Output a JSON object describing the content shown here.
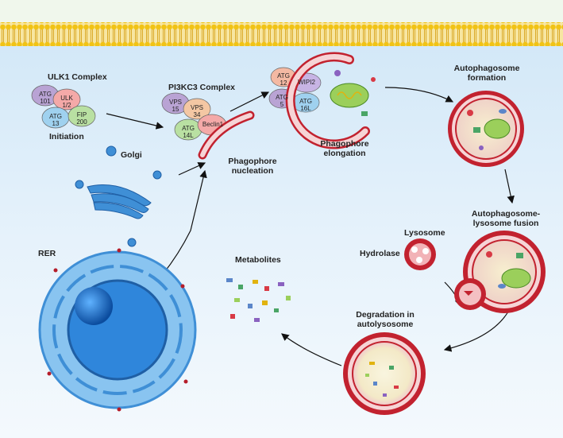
{
  "labels": {
    "ulk1_complex": "ULK1 Complex",
    "initiation": "Initiation",
    "pi3kc3_complex": "PI3KC3 Complex",
    "golgi": "Golgi",
    "phagophore_nucleation_1": "Phagophore",
    "phagophore_nucleation_2": "nucleation",
    "phagophore_elongation_1": "Phagophore",
    "phagophore_elongation_2": "elongation",
    "autophagosome_formation_1": "Autophagosome",
    "autophagosome_formation_2": "formation",
    "fusion_1": "Autophagosome-",
    "fusion_2": "lysosome fusion",
    "lysosome": "Lysosome",
    "hydrolase": "Hydrolase",
    "rer": "RER",
    "metabolites": "Metabolites",
    "degradation_1": "Degradation in",
    "degradation_2": "autolysosome"
  },
  "proteins": {
    "ulk1": {
      "atg101_a": "ATG",
      "atg101_b": "101",
      "ulk12_a": "ULK",
      "ulk12_b": "1/2",
      "atg13_a": "ATG",
      "atg13_b": "13",
      "fip200_a": "FIP",
      "fip200_b": "200"
    },
    "pi3kc3": {
      "vps15_a": "VPS",
      "vps15_b": "15",
      "vps34_a": "VPS",
      "vps34_b": "34",
      "atg14l_a": "ATG",
      "atg14l_b": "14L",
      "beclin1": "Beclin1"
    },
    "atg": {
      "atg12_a": "ATG",
      "atg12_b": "12",
      "wipi2": "WIPI2",
      "atg5_a": "ATG",
      "atg5_b": "5",
      "atg16l_a": "ATG",
      "atg16l_b": "16L"
    }
  },
  "colors": {
    "membrane_outer": "#c2222f",
    "membrane_fill": "#f6d4d6",
    "er_blue": "#3f8fd6",
    "lipid_yellow": "#f2c418",
    "nucleus_blue": "#1d6fc4"
  }
}
